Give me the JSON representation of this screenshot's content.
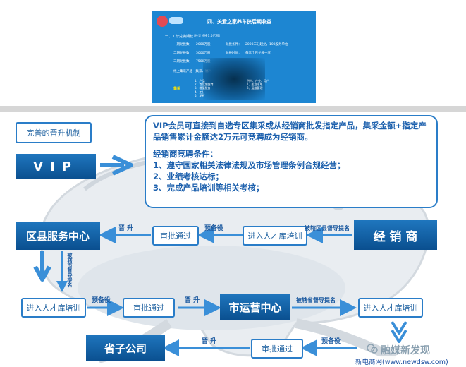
{
  "slide": {
    "title": "四、关爱之家养车侠后期收益",
    "section": "一、工分兑换期权",
    "section_note": "（共计兑换1.5亿股）",
    "rows": [
      {
        "label": "一期兑换数：",
        "value": "2000万股",
        "label2": "兑换条件：",
        "value2": "2000工分起兑，100股为单位"
      },
      {
        "label": "二期兑换数：",
        "value": "5000万股",
        "label2": "兑换时间：",
        "value2": "每三个月兑换一次"
      },
      {
        "label": "三期兑换数：",
        "value": "7500万股"
      }
    ],
    "product_line": "线上集采产品（集采、福利、社区店等）",
    "highlight": "集采",
    "list_left": [
      "1、产品",
      "2、首位加盟商",
      "3、增值服务",
      "4、工分",
      "5、期权"
    ],
    "list_right": [
      "供人、产业、用户",
      "1、生活水电",
      "2、运维管理"
    ]
  },
  "diagram": {
    "mechanism": "完善的晋升机制",
    "vip": "VIP",
    "info_line1": "VIP会员可直接到自选专区集采或从经销商批发指定产品，集采金额+指定产品销售累计金额达2万元可竞聘成为经销商。",
    "info_title": "经销商竞聘条件：",
    "info_items": [
      "1、遵守国家相关法律法规及市场管理条例合规经营；",
      "2、业绩考核达标；",
      "3、完成产品培训等相关考核；"
    ],
    "dealer": "经 销 商",
    "county": "区县服务中心",
    "city": "市运营中心",
    "province": "省子公司",
    "enter_talent": "进入人才库培训",
    "approve": "审批通过",
    "reserve": "预备役",
    "promote": "晋 升",
    "nominated_county": "被辖区县督导提名",
    "nominated_city_vertical": "被辖市督导提名",
    "nominated_province": "被辖省督导提名"
  },
  "watermark": {
    "brand": "融媒新发现",
    "site": "新电商网(www.newdsw.com)"
  },
  "colors": {
    "primary": "#1f76be",
    "arrow": "#3a8fd8",
    "text": "#1c60ad"
  }
}
